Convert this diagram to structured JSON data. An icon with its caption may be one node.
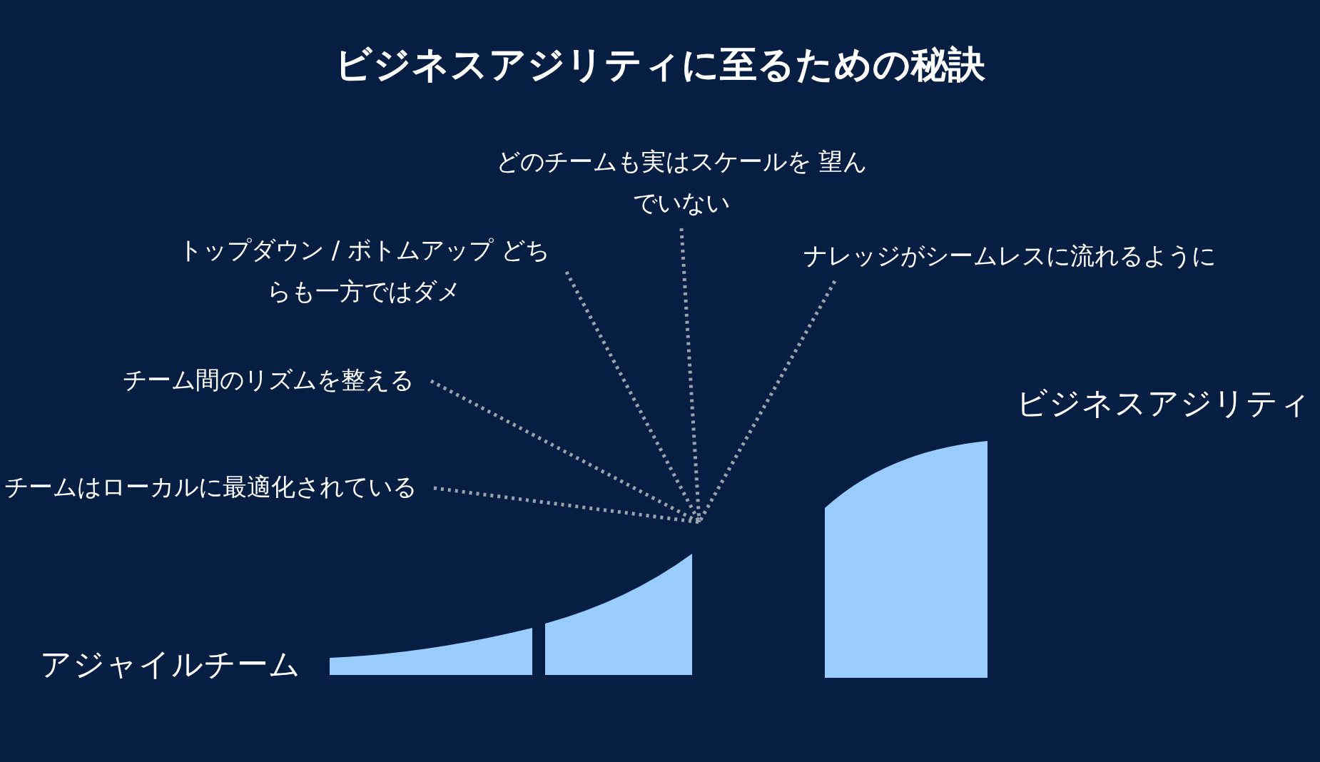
{
  "diagram": {
    "title": "ビジネスアジリティに至るための秘訣",
    "nodes": [
      {
        "text": [
          "どのチームも実はスケールを 望んでいない"
        ]
      },
      {
        "text": [
          "トップダウン / ボトムアップ どちらも一方ではダメ"
        ]
      },
      {
        "text": [
          "ナレッジがシームレスに流れるように"
        ]
      },
      {
        "text": [
          "チーム間のリズムを整える"
        ]
      },
      {
        "text": [
          "チームはローカルに最適化されている"
        ]
      }
    ],
    "edges": [
      {
        "from": 0,
        "to": null,
        "arrow": "none"
      },
      {
        "from": 1,
        "to": null,
        "arrow": "none"
      },
      {
        "from": 2,
        "to": null,
        "arrow": "none"
      },
      {
        "from": 3,
        "to": null,
        "arrow": "none"
      },
      {
        "from": 4,
        "to": null,
        "arrow": "none"
      }
    ],
    "labels": [
      "ビジネスアジリティ",
      "アジャイルチーム"
    ]
  }
}
